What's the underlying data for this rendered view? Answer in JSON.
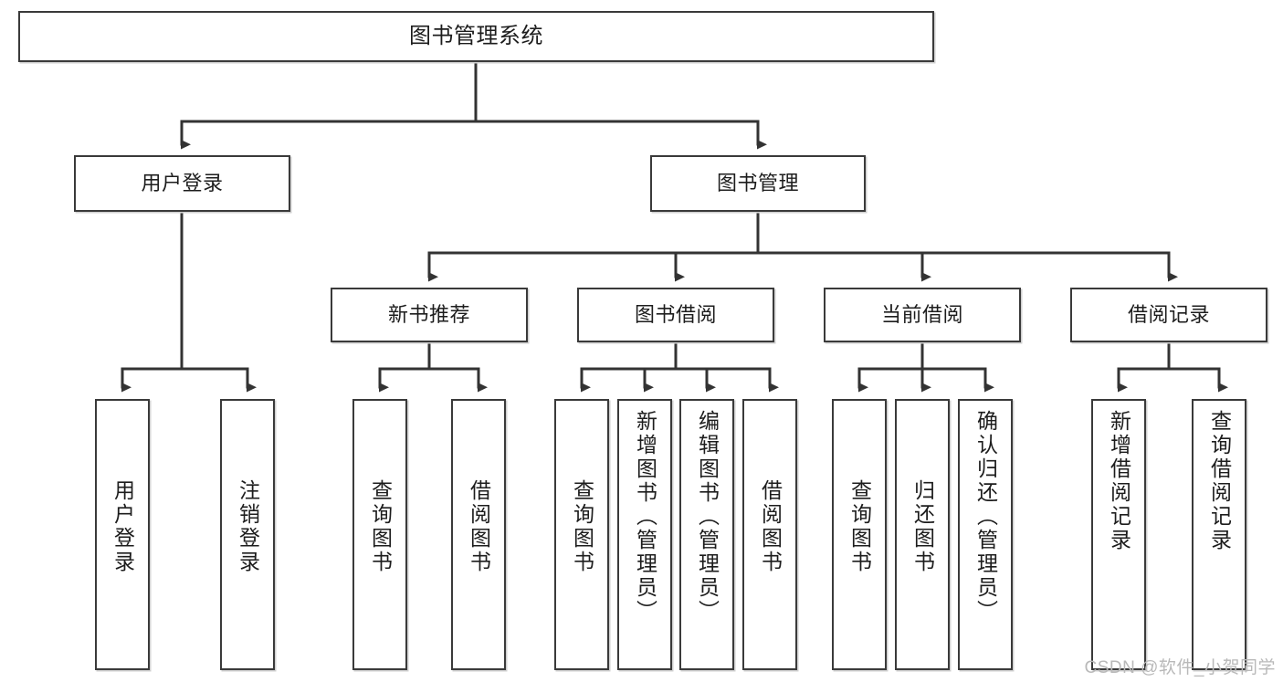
{
  "diagram": {
    "title": "图书管理系统",
    "type": "hierarchy-tree",
    "watermark": "CSDN @软件_小贺同学",
    "colors": {
      "box_border": "#3a3a3a",
      "box_fill": "#ffffff",
      "connector": "#333333",
      "text": "#1d1d1d",
      "watermark": "#b9b9b9"
    },
    "nodes": {
      "root": {
        "label": "图书管理系统"
      },
      "level2": [
        {
          "id": "user-login",
          "label": "用户登录"
        },
        {
          "id": "book-management",
          "label": "图书管理"
        }
      ],
      "level3": [
        {
          "id": "new-book-recommend",
          "label": "新书推荐"
        },
        {
          "id": "book-borrow",
          "label": "图书借阅"
        },
        {
          "id": "current-borrow",
          "label": "当前借阅"
        },
        {
          "id": "borrow-record",
          "label": "借阅记录"
        }
      ],
      "leaves": {
        "user-login": [
          {
            "id": "leaf-user-login",
            "label": "用户登录"
          },
          {
            "id": "leaf-user-logout",
            "label": "注销登录"
          }
        ],
        "new-book-recommend": [
          {
            "id": "leaf-query-book-1",
            "label": "查询图书"
          },
          {
            "id": "leaf-borrow-book-1",
            "label": "借阅图书"
          }
        ],
        "book-borrow": [
          {
            "id": "leaf-query-book-2",
            "label": "查询图书"
          },
          {
            "id": "leaf-add-book",
            "label": "新增图书（管理员）"
          },
          {
            "id": "leaf-edit-book",
            "label": "编辑图书（管理员）"
          },
          {
            "id": "leaf-borrow-book-2",
            "label": "借阅图书"
          }
        ],
        "current-borrow": [
          {
            "id": "leaf-query-book-3",
            "label": "查询图书"
          },
          {
            "id": "leaf-return-book",
            "label": "归还图书"
          },
          {
            "id": "leaf-confirm-return",
            "label": "确认归还（管理员）"
          }
        ],
        "borrow-record": [
          {
            "id": "leaf-add-record",
            "label": "新增借阅记录"
          },
          {
            "id": "leaf-query-record",
            "label": "查询借阅记录"
          }
        ]
      }
    }
  }
}
